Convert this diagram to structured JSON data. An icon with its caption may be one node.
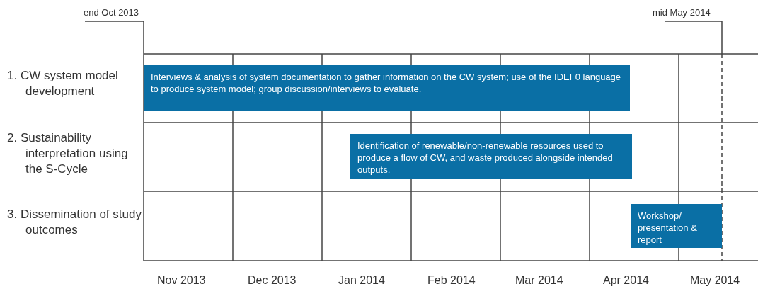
{
  "diagram": {
    "nodes": [
      {
        "text": [
          "Interviews & analysis of system documentation to gather information on the CW system; use of the IDEF0 language to produce system model; group discussion/interviews to evaluate."
        ]
      },
      {
        "text": [
          "Identification of renewable/non-renewable resources used to produce a flow of CW, and waste produced alongside intended outputs."
        ]
      },
      {
        "text": [
          "Workshop/ presentation & report"
        ]
      }
    ],
    "edges": [],
    "labels": [
      "end Oct 2013",
      "mid May 2014",
      "1. CW system model development",
      "2. Sustainability interpretation using the S-Cycle",
      "3. Dissemination of study outcomes",
      "Nov 2013",
      "Dec 2013",
      "Jan 2014",
      "Feb 2014",
      "Mar 2014",
      "Apr 2014",
      "May 2014"
    ]
  }
}
